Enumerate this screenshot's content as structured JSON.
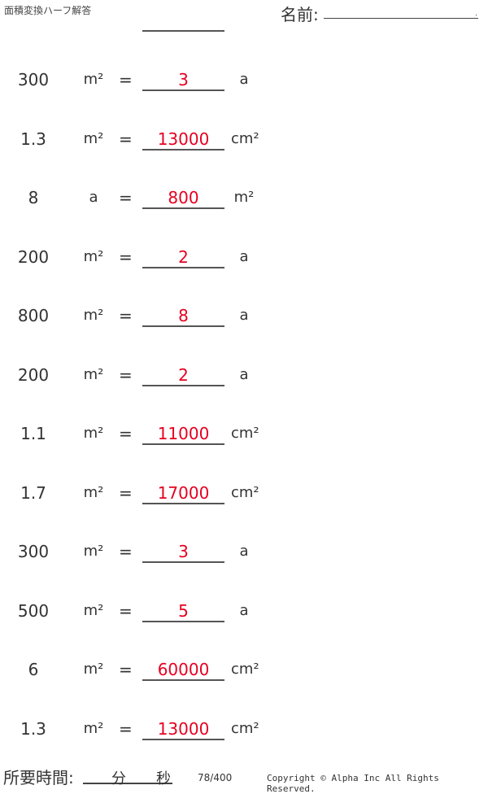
{
  "header": {
    "title": "面積変換ハーフ解答",
    "name_label": "名前:",
    "name_dot": "."
  },
  "problems": [
    {
      "value": "300",
      "unit": "m²",
      "equals": "=",
      "answer": "3",
      "result_unit": "a"
    },
    {
      "value": "1.3",
      "unit": "m²",
      "equals": "=",
      "answer": "13000",
      "result_unit": "cm²"
    },
    {
      "value": "8",
      "unit": "a",
      "equals": "=",
      "answer": "800",
      "result_unit": "m²"
    },
    {
      "value": "200",
      "unit": "m²",
      "equals": "=",
      "answer": "2",
      "result_unit": "a"
    },
    {
      "value": "800",
      "unit": "m²",
      "equals": "=",
      "answer": "8",
      "result_unit": "a"
    },
    {
      "value": "200",
      "unit": "m²",
      "equals": "=",
      "answer": "2",
      "result_unit": "a"
    },
    {
      "value": "1.1",
      "unit": "m²",
      "equals": "=",
      "answer": "11000",
      "result_unit": "cm²"
    },
    {
      "value": "1.7",
      "unit": "m²",
      "equals": "=",
      "answer": "17000",
      "result_unit": "cm²"
    },
    {
      "value": "300",
      "unit": "m²",
      "equals": "=",
      "answer": "3",
      "result_unit": "a"
    },
    {
      "value": "500",
      "unit": "m²",
      "equals": "=",
      "answer": "5",
      "result_unit": "a"
    },
    {
      "value": "6",
      "unit": "m²",
      "equals": "=",
      "answer": "60000",
      "result_unit": "cm²"
    },
    {
      "value": "1.3",
      "unit": "m²",
      "equals": "=",
      "answer": "13000",
      "result_unit": "cm²"
    }
  ],
  "footer": {
    "time_label": "所要時間:",
    "minutes": "分",
    "seconds": "秒",
    "page": "78/400",
    "copyright": "Copyright © Alpha Inc All Rights Reserved."
  },
  "colors": {
    "answer": "#e60020",
    "text": "#333333"
  }
}
